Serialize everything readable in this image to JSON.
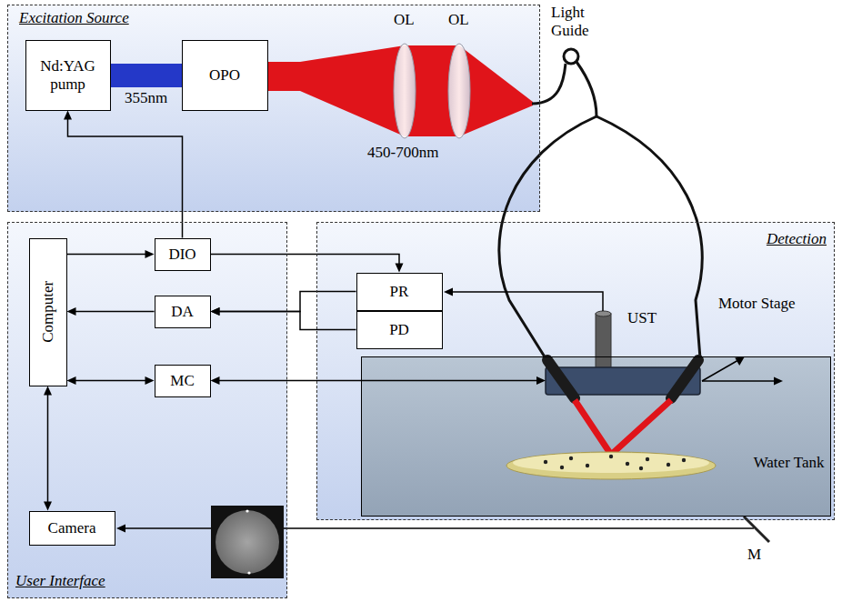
{
  "diagram": {
    "nodes": [
      {
        "text": [
          "Excitation Source"
        ]
      },
      {
        "text": [
          "Nd:YAG pump"
        ],
        "in": 0
      },
      {
        "text": [
          "OPO"
        ],
        "in": 0
      },
      {
        "text": [
          "User Interface"
        ]
      },
      {
        "text": [
          "Computer"
        ],
        "in": 3
      },
      {
        "text": [
          "DIO"
        ],
        "in": 3
      },
      {
        "text": [
          "DA"
        ],
        "in": 3
      },
      {
        "text": [
          "MC"
        ],
        "in": 3
      },
      {
        "text": [
          "Camera"
        ],
        "in": 3
      },
      {
        "text": [
          "Detection"
        ]
      },
      {
        "text": [
          "PR"
        ],
        "in": 9
      },
      {
        "text": [
          "PD"
        ],
        "in": 9
      },
      {
        "text": [
          "Water Tank"
        ],
        "in": 9
      }
    ],
    "edges": [
      {
        "from": 4,
        "to": 5,
        "arrow": "to"
      },
      {
        "from": 5,
        "to": 1,
        "arrow": "to"
      },
      {
        "from": 5,
        "to": 10,
        "arrow": "to"
      },
      {
        "from": 6,
        "to": 4,
        "arrow": "to"
      },
      {
        "from": 10,
        "to": 6,
        "arrow": "to"
      },
      {
        "from": 11,
        "to": 6,
        "arrow": "to"
      },
      {
        "from": 4,
        "to": 7,
        "arrow": "both"
      },
      {
        "from": 7,
        "to": 12,
        "arrow": "both"
      },
      {
        "from": 4,
        "to": 8,
        "arrow": "both"
      }
    ],
    "labels": [
      "355nm",
      "OL",
      "OL",
      "450-700nm",
      "Light Guide",
      "UST",
      "Motor Stage",
      "M"
    ]
  }
}
